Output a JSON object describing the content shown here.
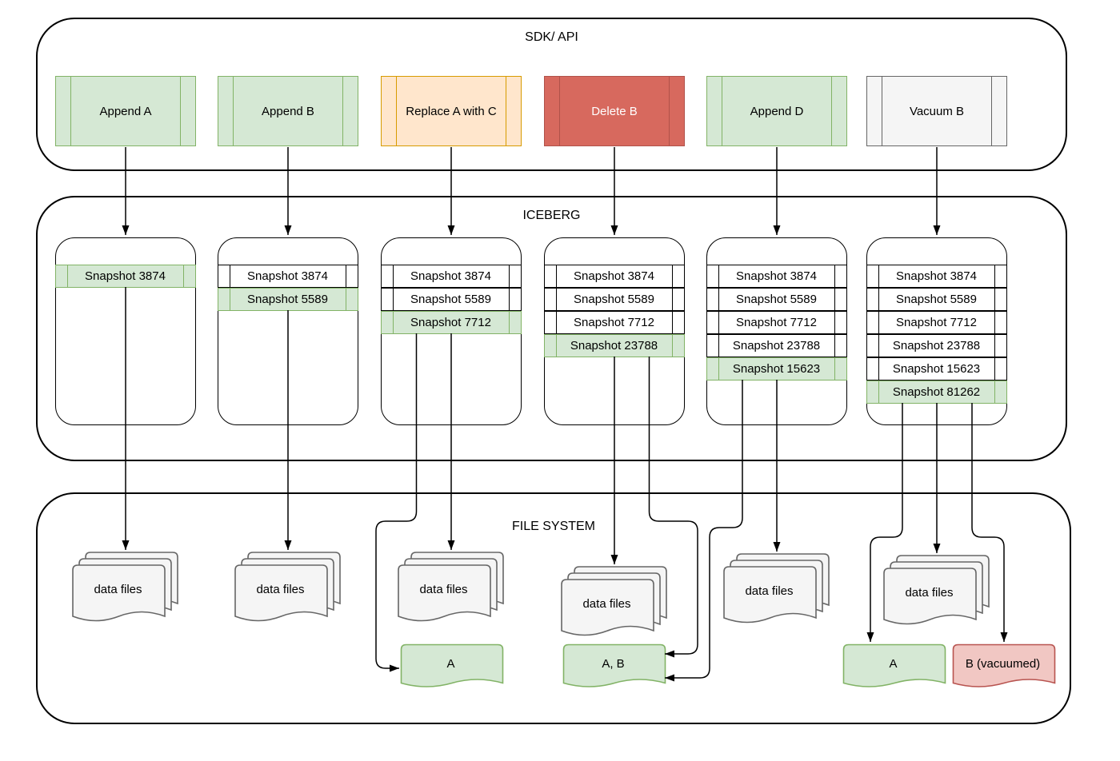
{
  "diagram": {
    "title_sdk": "SDK/ API",
    "title_iceberg": "ICEBERG",
    "title_filesystem": "FILE SYSTEM",
    "operations": [
      {
        "label": "Append A",
        "color": "#d5e8d4"
      },
      {
        "label": "Append B",
        "color": "#d5e8d4"
      },
      {
        "label": "Replace A with C",
        "color": "#ffe6cc"
      },
      {
        "label": "Delete B",
        "color": "#d7695e"
      },
      {
        "label": "Append D",
        "color": "#d5e8d4"
      },
      {
        "label": "Vacuum B",
        "color": "#f5f5f5"
      }
    ],
    "iceberg_boxes": [
      {
        "rows": [
          {
            "label": "Snapshot 3874",
            "current": true
          }
        ]
      },
      {
        "rows": [
          {
            "label": "Snapshot 3874",
            "current": false
          },
          {
            "label": "Snapshot 5589",
            "current": true
          }
        ]
      },
      {
        "rows": [
          {
            "label": "Snapshot 3874",
            "current": false
          },
          {
            "label": "Snapshot 5589",
            "current": false
          },
          {
            "label": "Snapshot 7712",
            "current": true
          }
        ]
      },
      {
        "rows": [
          {
            "label": "Snapshot 3874",
            "current": false
          },
          {
            "label": "Snapshot 5589",
            "current": false
          },
          {
            "label": "Snapshot 7712",
            "current": false
          },
          {
            "label": "Snapshot 23788",
            "current": true
          }
        ]
      },
      {
        "rows": [
          {
            "label": "Snapshot 3874",
            "current": false
          },
          {
            "label": "Snapshot 5589",
            "current": false
          },
          {
            "label": "Snapshot 7712",
            "current": false
          },
          {
            "label": "Snapshot 23788",
            "current": false
          },
          {
            "label": "Snapshot 15623",
            "current": true
          }
        ]
      },
      {
        "rows": [
          {
            "label": "Snapshot 3874",
            "current": false
          },
          {
            "label": "Snapshot 5589",
            "current": false
          },
          {
            "label": "Snapshot 7712",
            "current": false
          },
          {
            "label": "Snapshot 23788",
            "current": false
          },
          {
            "label": "Snapshot 15623",
            "current": false
          },
          {
            "label": "Snapshot 81262",
            "current": true
          }
        ]
      }
    ],
    "filesystem": {
      "stacks": [
        {
          "label": "data files"
        },
        {
          "label": "data files"
        },
        {
          "label": "data files"
        },
        {
          "label": "data files"
        },
        {
          "label": "data files"
        },
        {
          "label": "data files"
        }
      ],
      "docs": [
        {
          "label": "A",
          "color": "#d5e8d4"
        },
        {
          "label": "A, B",
          "color": "#d5e8d4"
        },
        {
          "label": "A",
          "color": "#d5e8d4"
        },
        {
          "label": "B (vacuumed)",
          "color": "#f1c7c3"
        }
      ]
    },
    "colors": {
      "green_fill": "#d5e8d4",
      "green_stroke": "#82b366",
      "orange_fill": "#ffe6cc",
      "orange_stroke": "#d79b00",
      "red_fill": "#d7695e",
      "red_stroke": "#b0524a",
      "gray_fill": "#f5f5f5",
      "gray_stroke": "#666666",
      "red_doc_fill": "#f1c7c3",
      "red_doc_stroke": "#b85450",
      "connector": "#000000"
    }
  }
}
